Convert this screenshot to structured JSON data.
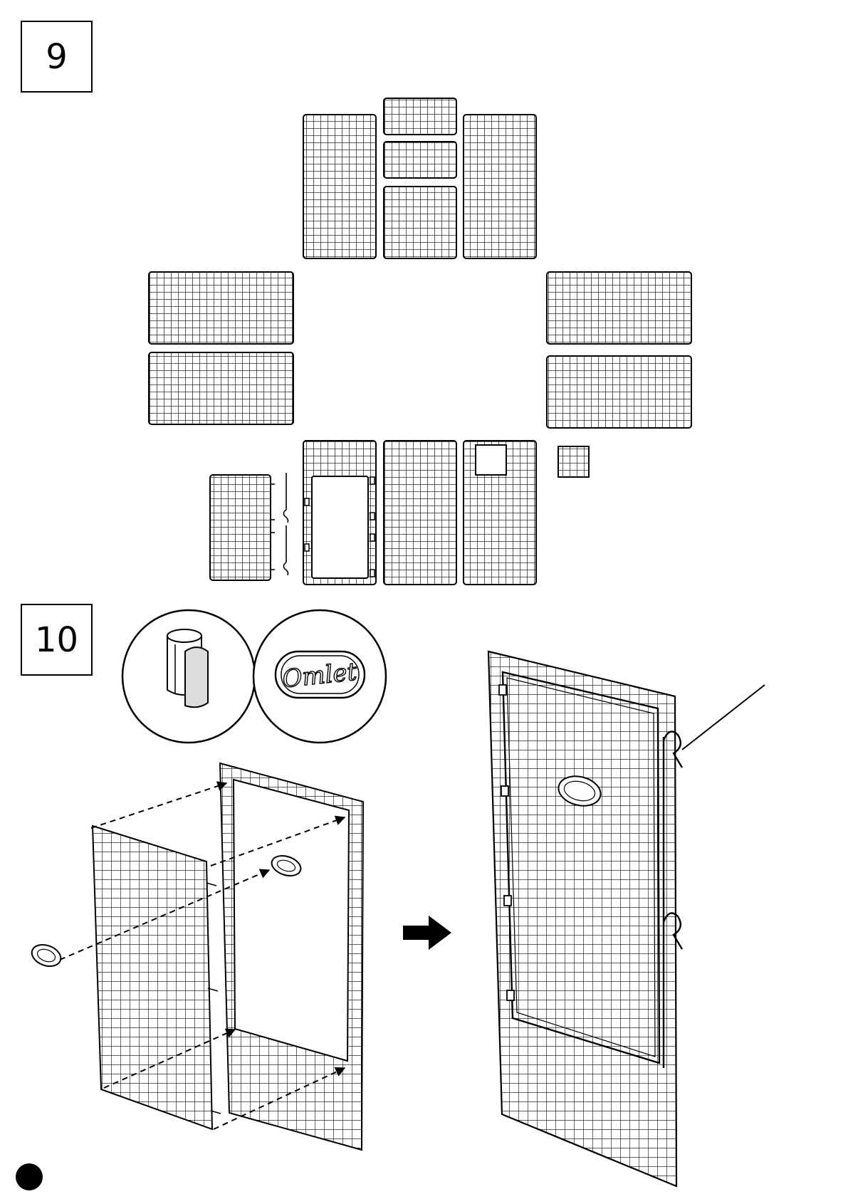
{
  "steps": {
    "step9_number": "9",
    "step10_number": "10"
  },
  "logo": {
    "brand_text": "Omlet"
  },
  "colors": {
    "line": "#000000",
    "background": "#ffffff",
    "clip_fill": "#dcdcdc"
  },
  "icons": {
    "arrow": "right-arrow-icon",
    "page_marker": "black-dot"
  }
}
